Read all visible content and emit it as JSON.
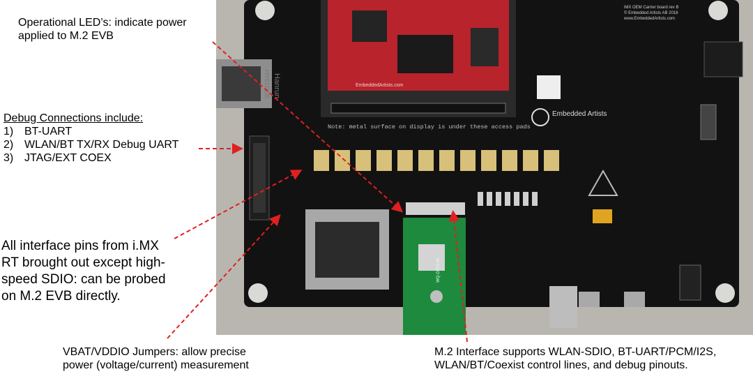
{
  "captions": {
    "led": [
      "Operational LED’s: indicate power",
      "applied to M.2 EVB"
    ],
    "debug": {
      "heading": "Debug Connections include:",
      "items": [
        {
          "num": "1)",
          "text": "BT-UART"
        },
        {
          "num": "2)",
          "text": "WLAN/BT TX/RX Debug UART"
        },
        {
          "num": "3)",
          "text": "JTAG/EXT COEX"
        }
      ]
    },
    "pins": [
      "All interface pins from i.MX",
      "RT brought out except high-",
      "speed SDIO: can be probed",
      "on M.2 EVB directly."
    ],
    "vbat": [
      "VBAT/VDDIO Jumpers: allow precise",
      "power (voltage/current) measurement"
    ],
    "m2": [
      "M.2 Interface supports WLAN-SDIO, BT-UART/PCM/I2S,",
      "WLAN/BT/Coexist control lines, and debug pinouts."
    ]
  },
  "board": {
    "brand": "Embedded Artists",
    "note": "Note: metal surface on display is under these access pads",
    "red_module_label": "EmbeddedArtists.com",
    "carrier_label": "iMX OEM Carrier board rev B",
    "copyright": "© Embedded Artists AB 2018",
    "website": "www.EmbeddedArtists.com",
    "ethernet_brand": "Hanrun",
    "ethernet_part": "HY911105",
    "m2_module_label": "WQ-D870-00"
  },
  "colors": {
    "arrow": "#e02020",
    "board": "#121212",
    "module_red": "#b8232c",
    "m2_green": "#1d8a3e"
  }
}
